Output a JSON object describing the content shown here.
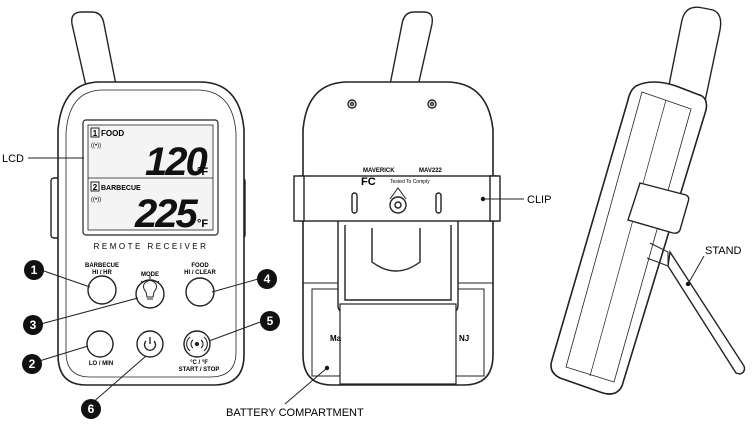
{
  "callouts": {
    "lcd": "LCD",
    "clip": "CLIP",
    "stand": "STAND",
    "battery": "BATTERY COMPARTMENT"
  },
  "lcd": {
    "food_index": "1",
    "food_label": "FOOD",
    "food_temp": "120",
    "food_unit": "°F",
    "bbq_index": "2",
    "bbq_label": "BARBECUE",
    "bbq_temp": "225",
    "bbq_unit": "°F"
  },
  "device_caption": "REMOTE RECEIVER",
  "buttons": {
    "barbecue_line1": "BARBECUE",
    "barbecue_line2": "HI / HR",
    "mode": "MODE",
    "food_line1": "FOOD",
    "food_line2": "HI / CLEAR",
    "lo_min": "LO / MIN",
    "unit_line1": "°C / °F",
    "unit_line2": "START / STOP"
  },
  "numbers": [
    "1",
    "2",
    "3",
    "4",
    "5",
    "6"
  ],
  "back": {
    "brand": "MAVERICK",
    "model": "MAV222",
    "fcc_text": "Tested To Comply",
    "made_left": "Ma",
    "made_right": "NJ"
  }
}
